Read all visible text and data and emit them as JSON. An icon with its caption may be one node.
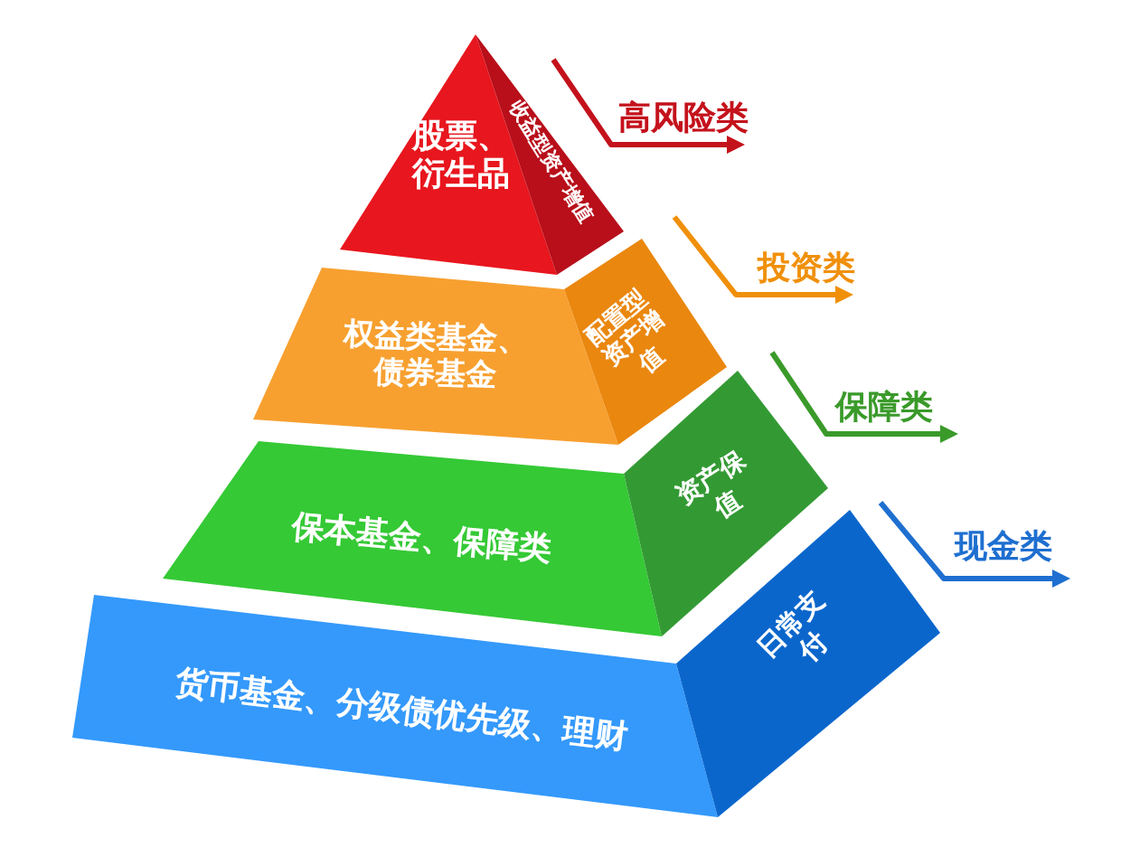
{
  "diagram": {
    "nodes": [
      {
        "text": [
          "股票、衍生品"
        ]
      },
      {
        "text": [
          "收益型资产增值"
        ],
        "beside": [
          "高风险类"
        ]
      },
      {
        "text": [
          "权益类基金、债券基金"
        ]
      },
      {
        "text": [
          "配置型资产增值"
        ],
        "beside": [
          "投资类"
        ]
      },
      {
        "text": [
          "保本基金、保障类"
        ]
      },
      {
        "text": [
          "资产保值"
        ],
        "beside": [
          "保障类"
        ]
      },
      {
        "text": [
          "货币基金、分级债优先级、理财"
        ]
      },
      {
        "text": [
          "日常支付"
        ],
        "beside": [
          "现金类"
        ]
      }
    ]
  }
}
